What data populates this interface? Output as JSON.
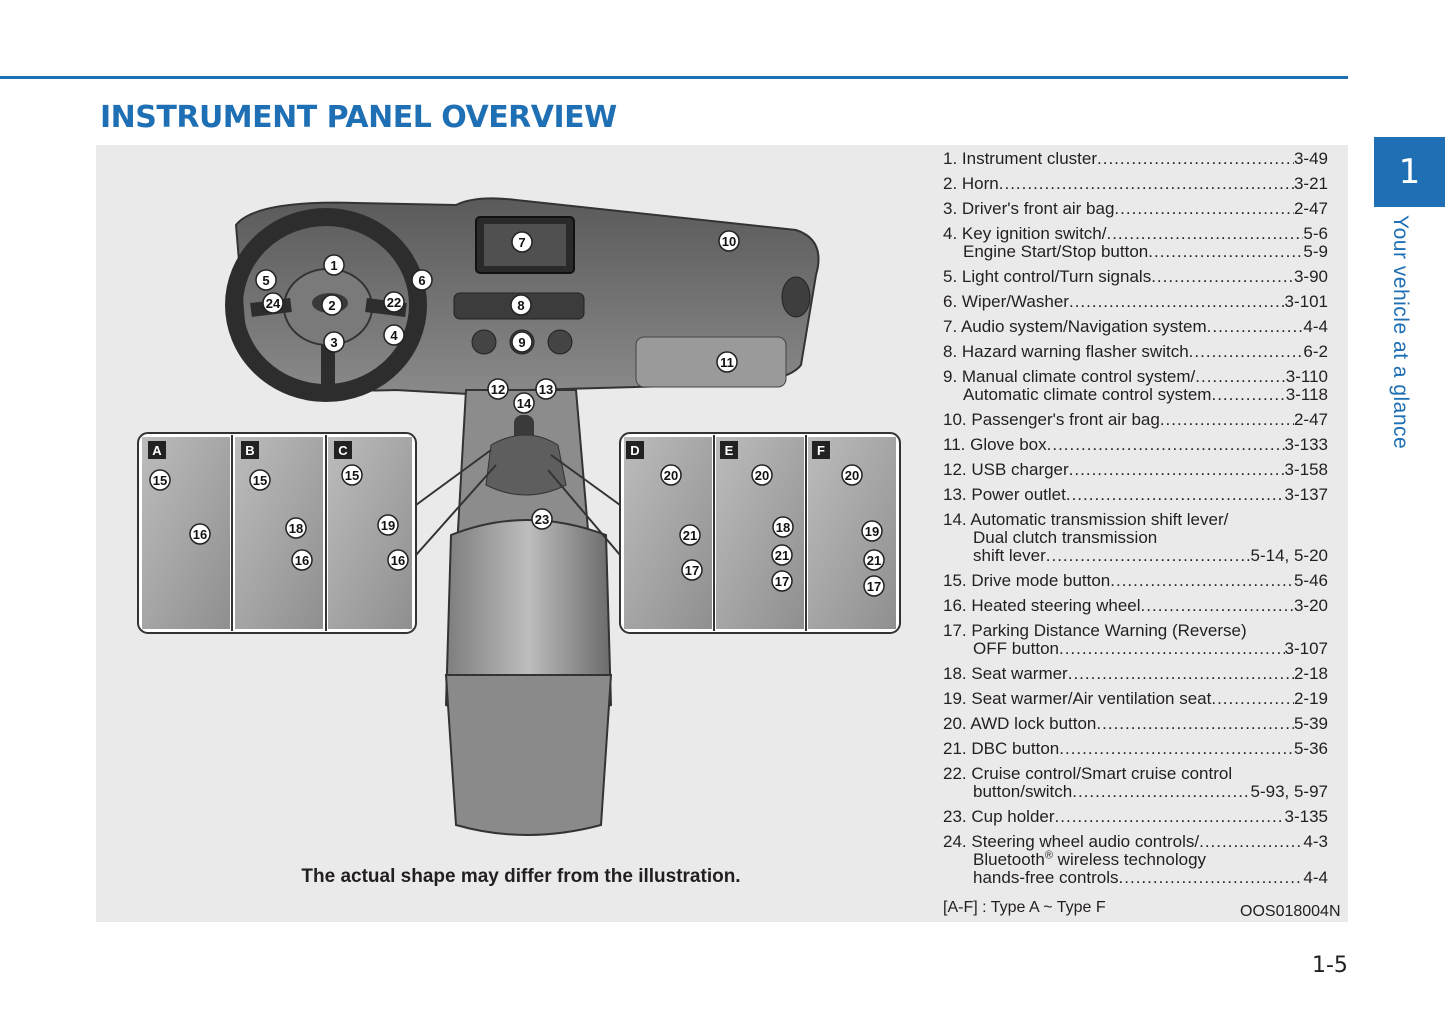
{
  "header": {
    "title": "INSTRUMENT PANEL OVERVIEW"
  },
  "illustration": {
    "caption": "The actual shape may differ from the illustration.",
    "inset_labels": [
      "A",
      "B",
      "C",
      "D",
      "E",
      "F"
    ],
    "markers": [
      "1",
      "2",
      "3",
      "4",
      "5",
      "6",
      "7",
      "8",
      "9",
      "10",
      "11",
      "12",
      "13",
      "14",
      "15",
      "16",
      "17",
      "18",
      "19",
      "20",
      "21",
      "22",
      "23",
      "24"
    ]
  },
  "legend": [
    {
      "lines": [
        {
          "text": "1. Instrument cluster",
          "page": "3-49"
        }
      ]
    },
    {
      "lines": [
        {
          "text": "2. Horn ",
          "page": "3-21"
        }
      ]
    },
    {
      "lines": [
        {
          "text": "3. Driver's front air bag ",
          "page": "2-47"
        }
      ]
    },
    {
      "lines": [
        {
          "text": "4. Key ignition switch/",
          "page": "5-6"
        },
        {
          "text": "Engine Start/Stop button ",
          "page": "5-9"
        }
      ]
    },
    {
      "lines": [
        {
          "text": "5. Light control/Turn signals ",
          "page": "3-90"
        }
      ]
    },
    {
      "lines": [
        {
          "text": "6. Wiper/Washer ",
          "page": "3-101"
        }
      ]
    },
    {
      "lines": [
        {
          "text": "7. Audio system/Navigation system ",
          "page": "4-4"
        }
      ]
    },
    {
      "lines": [
        {
          "text": "8. Hazard warning flasher switch ",
          "page": "6-2"
        }
      ]
    },
    {
      "lines": [
        {
          "text": "9. Manual climate control system/ ",
          "page": "3-110"
        },
        {
          "text": "Automatic climate control system",
          "page": "3-118"
        }
      ]
    },
    {
      "lines": [
        {
          "text": "10. Passenger's front air bag ",
          "page": "2-47"
        }
      ]
    },
    {
      "lines": [
        {
          "text": "11. Glove box ",
          "page": "3-133"
        }
      ]
    },
    {
      "lines": [
        {
          "text": "12. USB charger",
          "page": "3-158"
        }
      ]
    },
    {
      "lines": [
        {
          "text": "13. Power outlet ",
          "page": "3-137"
        }
      ]
    },
    {
      "lines": [
        {
          "text": "14. Automatic transmission shift lever/",
          "page": ""
        },
        {
          "text": "Dual clutch transmission",
          "page": ""
        },
        {
          "text": "shift lever",
          "page": "5-14, 5-20"
        }
      ]
    },
    {
      "lines": [
        {
          "text": "15. Drive mode button ",
          "page": "5-46"
        }
      ]
    },
    {
      "lines": [
        {
          "text": "16. Heated steering wheel ",
          "page": "3-20"
        }
      ]
    },
    {
      "lines": [
        {
          "text": "17. Parking Distance Warning (Reverse)",
          "page": ""
        },
        {
          "text": "OFF button ",
          "page": "3-107"
        }
      ]
    },
    {
      "lines": [
        {
          "text": "18. Seat warmer ",
          "page": "2-18"
        }
      ]
    },
    {
      "lines": [
        {
          "text": "19. Seat warmer/Air ventilation seat",
          "page": "2-19"
        }
      ]
    },
    {
      "lines": [
        {
          "text": "20. AWD lock button",
          "page": "5-39"
        }
      ]
    },
    {
      "lines": [
        {
          "text": "21. DBC button",
          "page": "5-36"
        }
      ]
    },
    {
      "lines": [
        {
          "text": "22. Cruise control/Smart cruise control",
          "page": ""
        },
        {
          "text": "button/switch ",
          "page": "5-93, 5-97"
        }
      ]
    },
    {
      "lines": [
        {
          "text": "23. Cup holder ",
          "page": "3-135"
        }
      ]
    },
    {
      "lines": [
        {
          "text": "24. Steering wheel audio controls/ ",
          "page": "4-3"
        },
        {
          "text": "Bluetooth",
          "sup": "®",
          "tail": " wireless technology",
          "page": ""
        },
        {
          "text": "hands-free controls",
          "page": "4-4"
        }
      ]
    }
  ],
  "footnote": {
    "types": "[A-F] : Type A ~ Type F",
    "code": "OOS018004N"
  },
  "chapter": {
    "number": "1",
    "title": "Your vehicle at a glance"
  },
  "page_number": "1-5"
}
